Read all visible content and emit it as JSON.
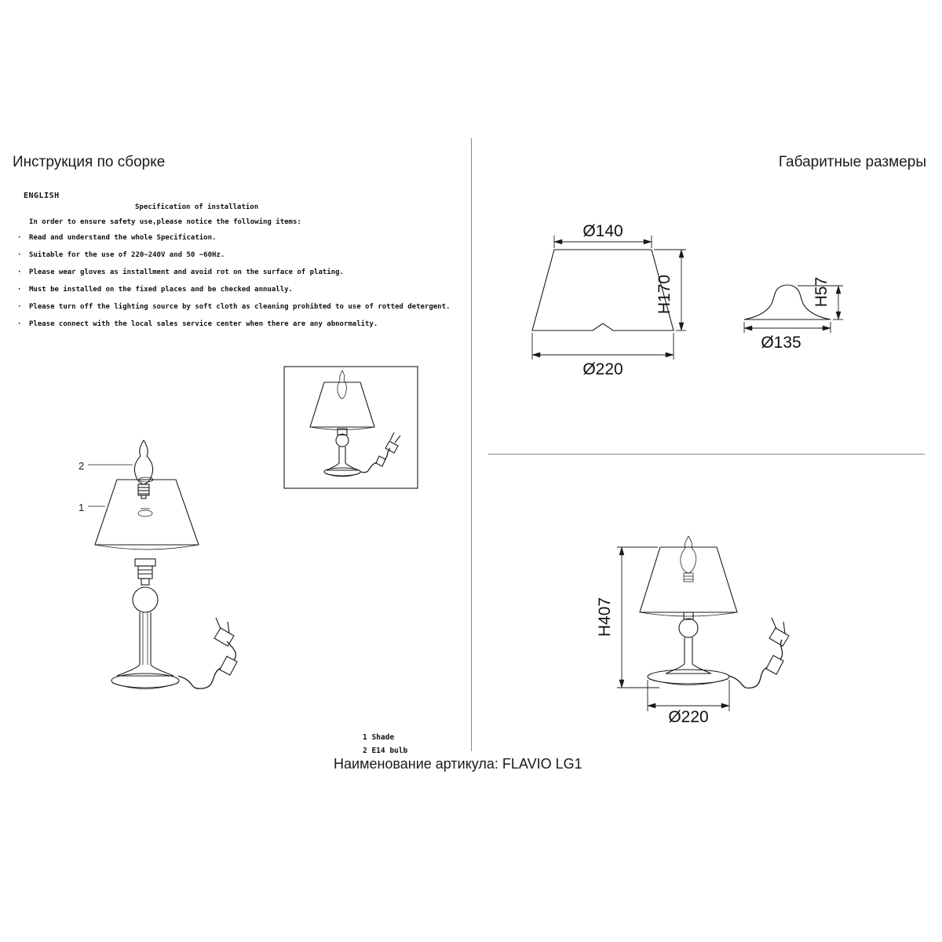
{
  "headers": {
    "left": "Инструкция по сборке",
    "right": "Габаритные размеры"
  },
  "footer": {
    "article": "Наименование артикула: FLAVIO LG1"
  },
  "instructions": {
    "language": "ENGLISH",
    "title": "Specification of installation",
    "intro": "In order to ensure safety use,please notice the following items:",
    "bullet": "·",
    "items": [
      "Read and understand the whole Specification.",
      "Suitable for the use of 220~240V and 50 ~60Hz.",
      "Please wear gloves as installment and avoid rot on the surface of plating.",
      "Must be installed on the fixed places and be checked annually.",
      "Please turn off the lighting source by soft cloth as cleaning prohibted to use of rotted detergent.",
      "Please connect with the local sales service center when there are any abnormality."
    ]
  },
  "assembly": {
    "bulb_label": "2",
    "shade_label": "1",
    "legend": [
      "1 Shade",
      "2 E14 bulb"
    ]
  },
  "dims": {
    "shade_top": "Ø140",
    "shade_height": "H170",
    "shade_bottom": "Ø220",
    "cap_height": "H57",
    "cap_diameter": "Ø135",
    "lamp_height": "H407",
    "lamp_base": "Ø220"
  }
}
